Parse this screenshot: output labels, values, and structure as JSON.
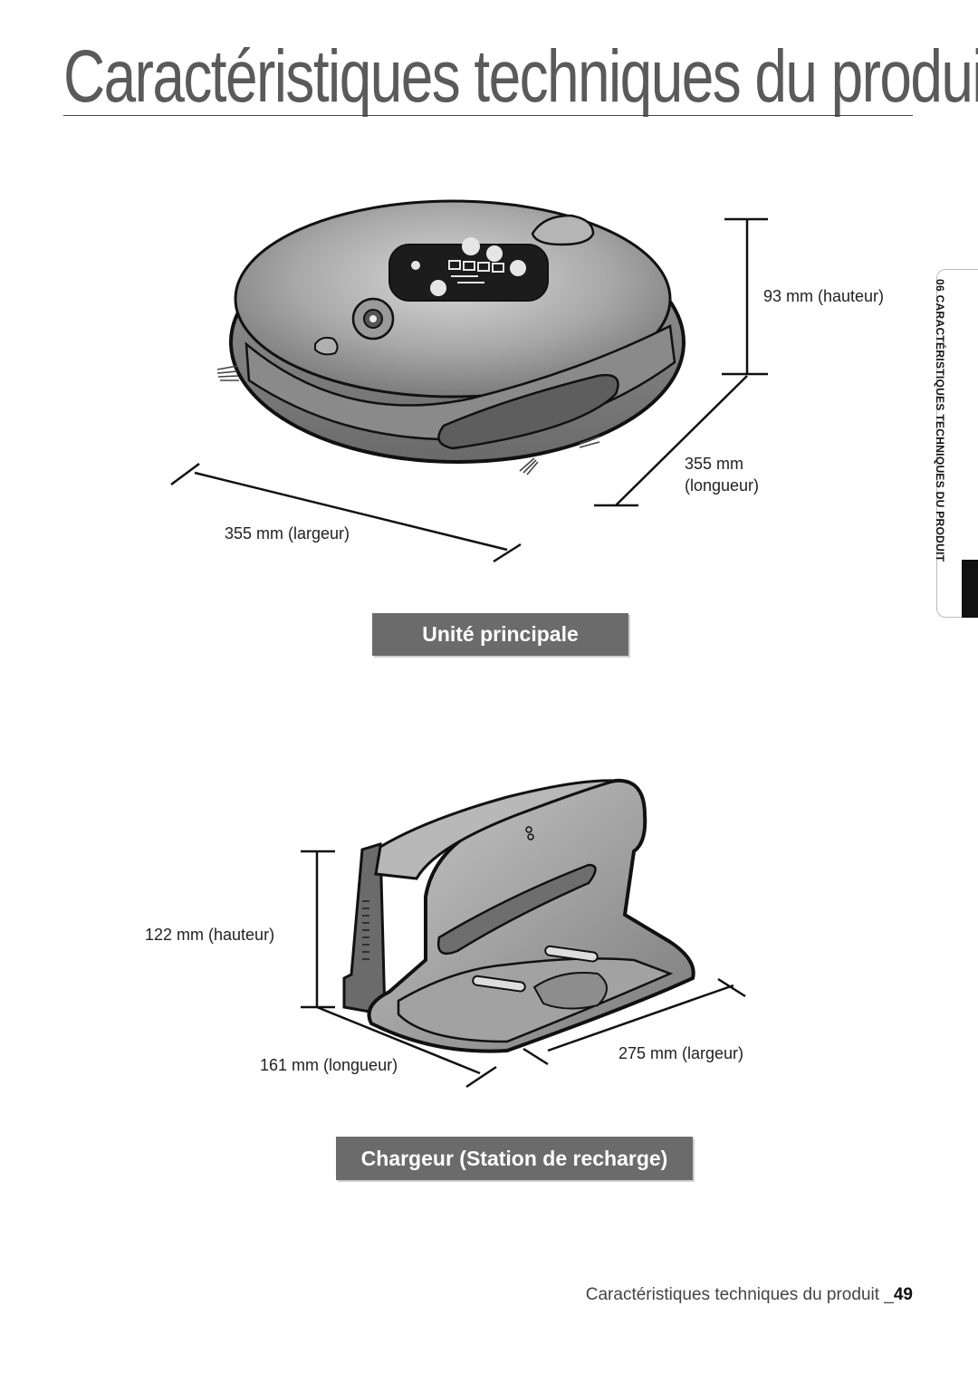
{
  "page": {
    "title": "Caractéristiques techniques du produit",
    "side_tab": "06 CARACTÉRISTIQUES TECHNIQUES DU PRODUIT",
    "footer_text": "Caractéristiques techniques du produit _",
    "footer_page": "49"
  },
  "main_unit": {
    "label": "Unité principale",
    "height": "93 mm (hauteur)",
    "length_value": "355 mm",
    "length_word": "(longueur)",
    "width": "355 mm (largeur)"
  },
  "charger": {
    "label": "Chargeur (Station de recharge)",
    "height": "122 mm (hauteur)",
    "length": "161 mm (longueur)",
    "width": "275 mm (largeur)"
  },
  "colors": {
    "label_bg": "#6b6b6b",
    "device_body": "#8c8c8c"
  }
}
